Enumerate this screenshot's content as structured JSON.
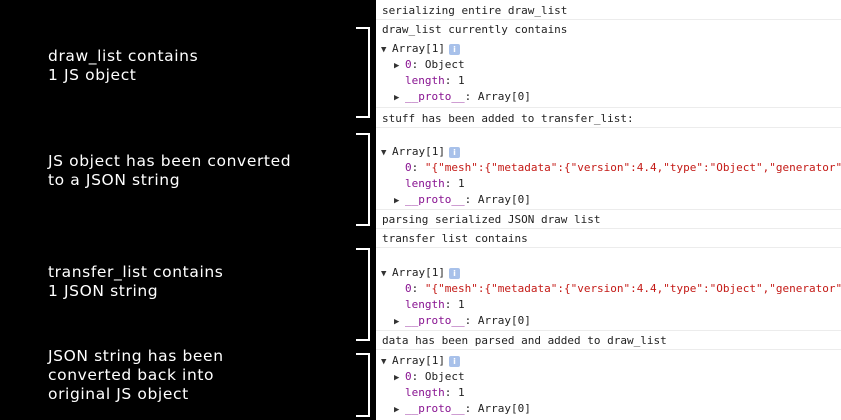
{
  "annotations": [
    {
      "lines": [
        "draw_list contains",
        "1 JS object"
      ]
    },
    {
      "lines": [
        "JS object has been converted",
        "to a JSON string"
      ]
    },
    {
      "lines": [
        "transfer_list contains",
        "1 JSON string"
      ]
    },
    {
      "lines": [
        "JSON string has been",
        "converted back into",
        "original JS object"
      ]
    }
  ],
  "console": {
    "messages": [
      "serializing entire draw_list",
      "draw_list currently contains",
      "stuff has been added to transfer_list:",
      "parsing serialized JSON draw list",
      "transfer list contains",
      "data has been parsed and added to draw_list"
    ],
    "groups": [
      {
        "header": "Array[1]",
        "item_key": "0",
        "item_value": "Object",
        "length_key": "length",
        "length_value": "1",
        "proto_key": "__proto__",
        "proto_value": "Array[0]"
      },
      {
        "header": "Array[1]",
        "item_key": "0",
        "item_value": "\"{\"mesh\":{\"metadata\":{\"version\":4.4,\"type\":\"Object\",\"generator\"",
        "length_key": "length",
        "length_value": "1",
        "proto_key": "__proto__",
        "proto_value": "Array[0]"
      },
      {
        "header": "Array[1]",
        "item_key": "0",
        "item_value": "\"{\"mesh\":{\"metadata\":{\"version\":4.4,\"type\":\"Object\",\"generator\"",
        "length_key": "length",
        "length_value": "1",
        "proto_key": "__proto__",
        "proto_value": "Array[0]"
      },
      {
        "header": "Array[1]",
        "item_key": "0",
        "item_value": "Object",
        "length_key": "length",
        "length_value": "1",
        "proto_key": "__proto__",
        "proto_value": "Array[0]"
      }
    ],
    "info_icon": "i",
    "expanded_glyph": "▼",
    "collapsed_glyph": "▶"
  },
  "colors": {
    "background": "#000000",
    "annotation_text": "#ffffff",
    "console_bg": "#ffffff",
    "property_key": "#881391",
    "string_value": "#c41a16",
    "number_value": "#1c00cf",
    "info_badge": "#a8c1ea"
  }
}
